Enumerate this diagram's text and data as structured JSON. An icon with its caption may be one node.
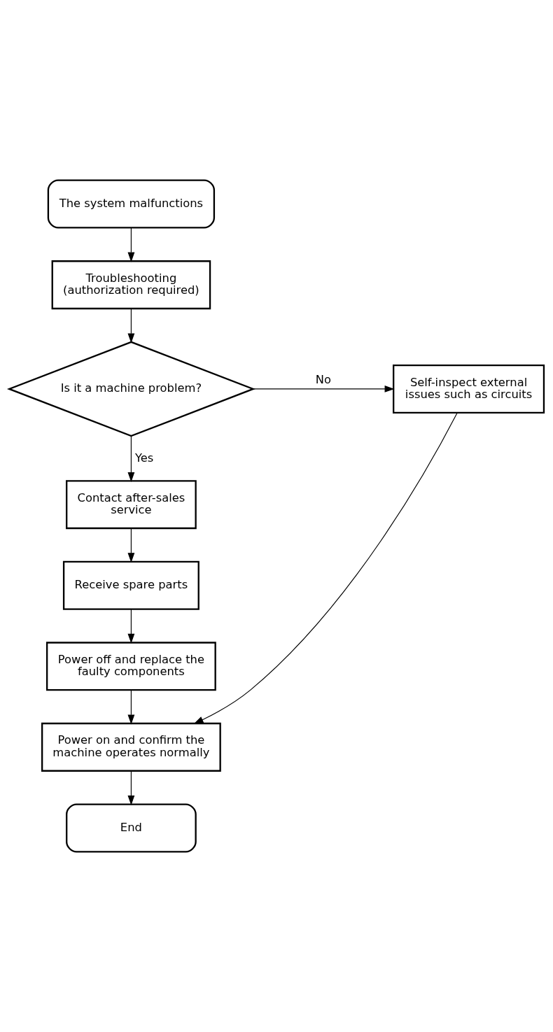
{
  "diagram": {
    "nodes": [
      {
        "text": [
          "The system malfunctions"
        ]
      },
      {
        "text": [
          "Troubleshooting (authorization required)"
        ]
      },
      {
        "text": [
          "Is it a machine problem?"
        ]
      },
      {
        "text": [
          "Self-inspect external issues such as circuits"
        ]
      },
      {
        "text": [
          "Contact after-sales service"
        ]
      },
      {
        "text": [
          "Receive spare parts"
        ]
      },
      {
        "text": [
          "Power off and replace the faulty components"
        ]
      },
      {
        "text": [
          "Power on and confirm the machine operates normally"
        ]
      },
      {
        "text": [
          "End"
        ]
      }
    ],
    "edges": [
      {
        "from": 0,
        "to": 1,
        "arrow": "to"
      },
      {
        "from": 1,
        "to": 2,
        "arrow": "to"
      },
      {
        "from": 2,
        "to": 3,
        "arrow": "to",
        "label": "No"
      },
      {
        "from": 2,
        "to": 4,
        "arrow": "to",
        "label": "Yes"
      },
      {
        "from": 4,
        "to": 5,
        "arrow": "to"
      },
      {
        "from": 5,
        "to": 6,
        "arrow": "to"
      },
      {
        "from": 6,
        "to": 7,
        "arrow": "to"
      },
      {
        "from": 3,
        "to": 7,
        "arrow": "to"
      },
      {
        "from": 7,
        "to": 8,
        "arrow": "to"
      }
    ]
  }
}
